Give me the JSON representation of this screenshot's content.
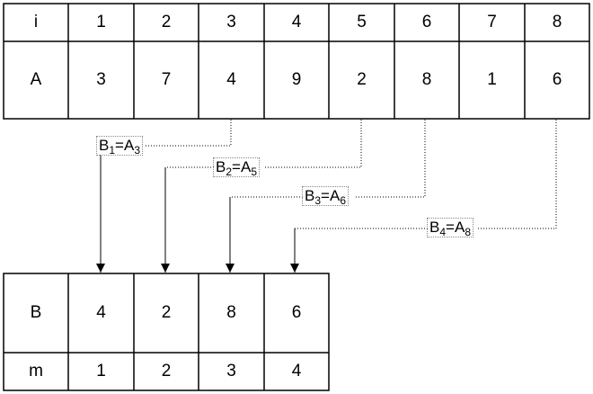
{
  "table_top": {
    "header": [
      "i",
      "1",
      "2",
      "3",
      "4",
      "5",
      "6",
      "7",
      "8"
    ],
    "row": [
      "A",
      "3",
      "7",
      "4",
      "9",
      "2",
      "8",
      "1",
      "6"
    ]
  },
  "table_bottom": {
    "row_b": [
      "B",
      "4",
      "2",
      "8",
      "6"
    ],
    "row_m": [
      "m",
      "1",
      "2",
      "3",
      "4"
    ]
  },
  "mappings": [
    {
      "left": "B",
      "left_sub": "1",
      "right": "A",
      "right_sub": "3"
    },
    {
      "left": "B",
      "left_sub": "2",
      "right": "A",
      "right_sub": "5"
    },
    {
      "left": "B",
      "left_sub": "3",
      "right": "A",
      "right_sub": "6"
    },
    {
      "left": "B",
      "left_sub": "4",
      "right": "A",
      "right_sub": "8"
    }
  ]
}
